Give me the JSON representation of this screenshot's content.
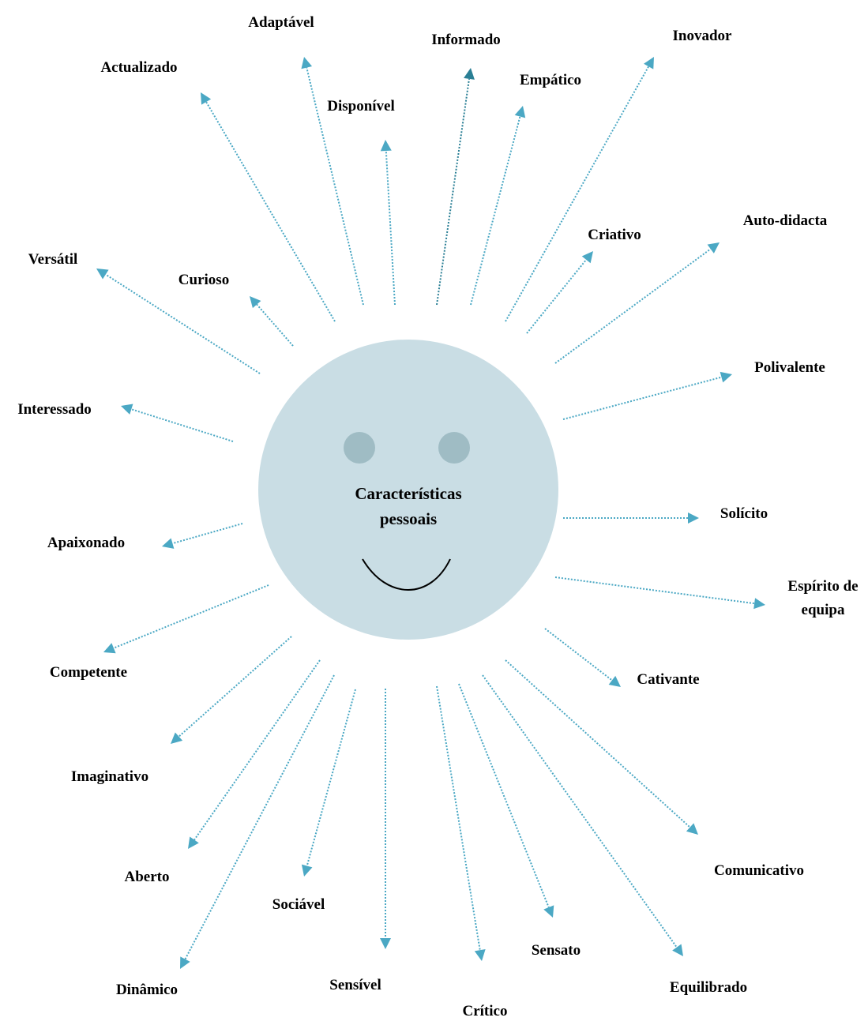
{
  "colors": {
    "face": "#c9dde4",
    "eyes": "#9fbcc4",
    "arrow": "#4ba8c4",
    "arrow_dark": "#2a7f95",
    "text": "#000000",
    "smile": "#000000"
  },
  "center": {
    "lines": [
      "Características",
      "pessoais"
    ]
  },
  "traits": [
    {
      "id": "adaptavel",
      "lines": [
        "Adaptável"
      ]
    },
    {
      "id": "informado",
      "lines": [
        "Informado"
      ]
    },
    {
      "id": "inovador",
      "lines": [
        "Inovador"
      ]
    },
    {
      "id": "actualizado",
      "lines": [
        "Actualizado"
      ]
    },
    {
      "id": "empatico",
      "lines": [
        "Empático"
      ]
    },
    {
      "id": "disponivel",
      "lines": [
        "Disponível"
      ]
    },
    {
      "id": "criativo",
      "lines": [
        "Criativo"
      ]
    },
    {
      "id": "auto-didacta",
      "lines": [
        "Auto-didacta"
      ]
    },
    {
      "id": "versatil",
      "lines": [
        "Versátil"
      ]
    },
    {
      "id": "curioso",
      "lines": [
        "Curioso"
      ]
    },
    {
      "id": "polivalente",
      "lines": [
        "Polivalente"
      ]
    },
    {
      "id": "interessado",
      "lines": [
        "Interessado"
      ]
    },
    {
      "id": "solicito",
      "lines": [
        "Solícito"
      ]
    },
    {
      "id": "apaixonado",
      "lines": [
        "Apaixonado"
      ]
    },
    {
      "id": "espirito-de-equipa",
      "lines": [
        "Espírito de",
        "equipa"
      ]
    },
    {
      "id": "competente",
      "lines": [
        "Competente"
      ]
    },
    {
      "id": "cativante",
      "lines": [
        "Cativante"
      ]
    },
    {
      "id": "imaginativo",
      "lines": [
        "Imaginativo"
      ]
    },
    {
      "id": "comunicativo",
      "lines": [
        "Comunicativo"
      ]
    },
    {
      "id": "aberto",
      "lines": [
        "Aberto"
      ]
    },
    {
      "id": "sociavel",
      "lines": [
        "Sociável"
      ]
    },
    {
      "id": "sensato",
      "lines": [
        "Sensato"
      ]
    },
    {
      "id": "dinamico",
      "lines": [
        "Dinâmico"
      ]
    },
    {
      "id": "sensivel",
      "lines": [
        "Sensível"
      ]
    },
    {
      "id": "equilibrado",
      "lines": [
        "Equilibrado"
      ]
    },
    {
      "id": "critico",
      "lines": [
        "Crítico"
      ]
    }
  ]
}
